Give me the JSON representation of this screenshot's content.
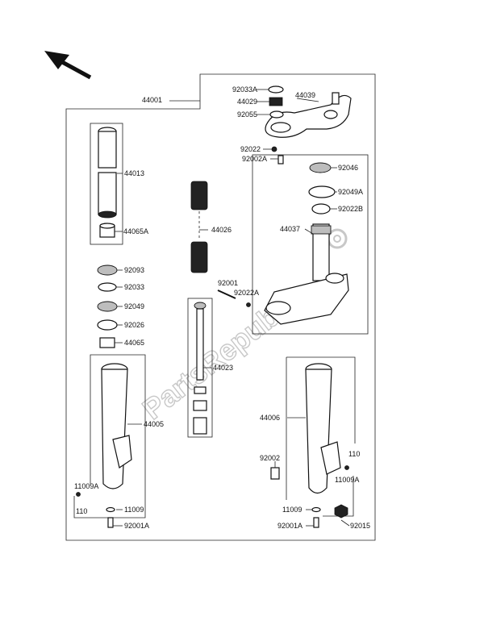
{
  "watermark": "PartsRepublik",
  "labels": {
    "p44001": "44001",
    "p44039": "44039",
    "p92033A": "92033A",
    "p44029": "44029",
    "p92055": "92055",
    "p92022": "92022",
    "p92002A": "92002A",
    "p92046": "92046",
    "p92049A": "92049A",
    "p92022B": "92022B",
    "p44037": "44037",
    "p44013": "44013",
    "p44065A": "44065A",
    "p44026": "44026",
    "p92001": "92001",
    "p92022A": "92022A",
    "p92093": "92093",
    "p92033": "92033",
    "p92049": "92049",
    "p92026": "92026",
    "p44065": "44065",
    "p44023": "44023",
    "p44005": "44005",
    "p44006": "44006",
    "p110L": "110",
    "p11009AL": "11009A",
    "p11009L": "11009",
    "p92001AL": "92001A",
    "p92002": "92002",
    "p110R": "110",
    "p11009AR": "11009A",
    "p11009R": "11009",
    "p92001AR": "92001A",
    "p92015": "92015"
  }
}
